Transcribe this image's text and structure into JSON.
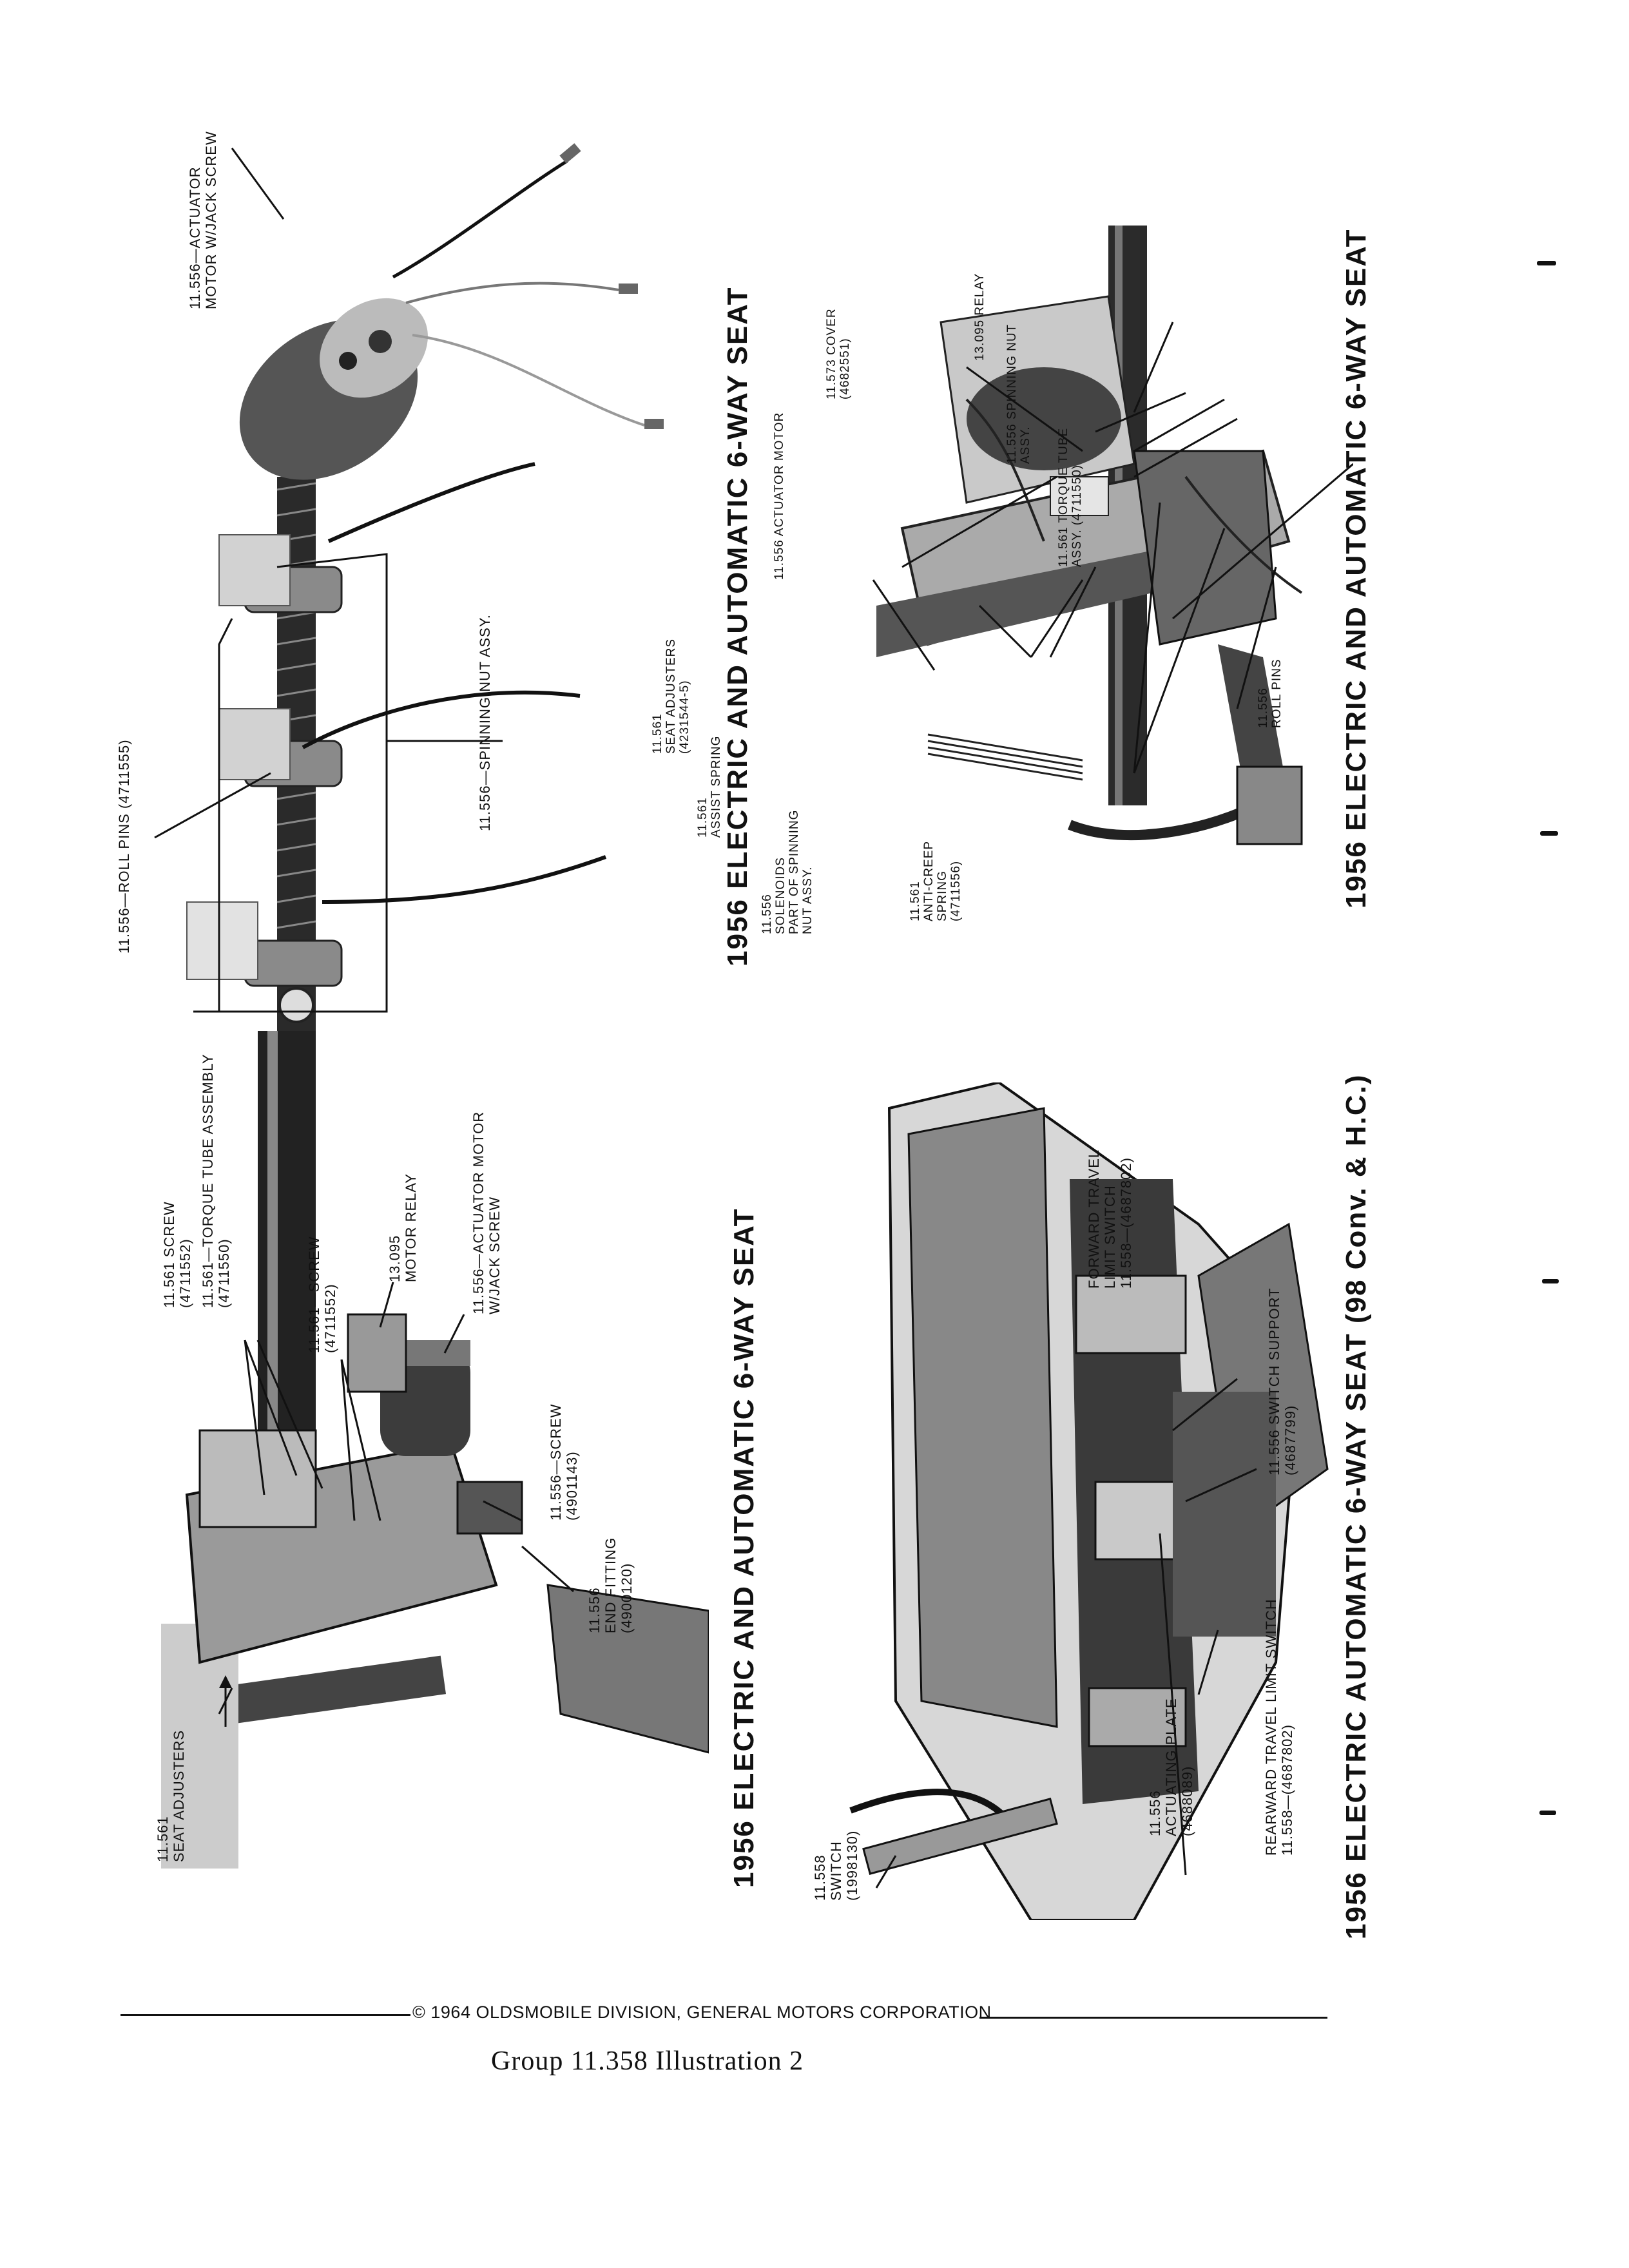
{
  "panels": {
    "top_left": {
      "caption": "1956 ELECTRIC AND AUTOMATIC 6-WAY SEAT",
      "labels": {
        "actuator_motor": "11.556—ACTUATOR\nMOTOR W/JACK SCREW",
        "roll_pins": "11.556—ROLL PINS (4711555)",
        "spinning_nut": "11.556—SPINNING NUT ASSY."
      }
    },
    "top_right": {
      "caption": "1956 ELECTRIC AND AUTOMATIC 6-WAY SEAT",
      "labels": {
        "cover": "11.573 COVER\n(4682551)",
        "relay": "13.095 RELAY",
        "spinning_nut": "11.556 SPINNING NUT\nASSY.",
        "torque_tube": "11.561 TORQUE TUBE\nASSY. (4711550)",
        "actuator_motor": "11.556 ACTUATOR MOTOR",
        "seat_adjusters": "11.561\nSEAT ADJUSTERS\n(4231544-5)",
        "assist_spring": "11.561\nASSIST SPRING",
        "solenoids": "11.556\nSOLENOIDS\nPART OF SPINNING\nNUT ASSY.",
        "anti_creep": "11.561\nANTI-CREEP\nSPRING\n(4711556)",
        "roll_pins": "11.556\nROLL PINS"
      }
    },
    "bottom_left": {
      "caption": "1956 ELECTRIC AND AUTOMATIC 6-WAY SEAT",
      "labels": {
        "screw_1": "11.561 SCREW\n(4711552)",
        "torque_tube": "11.561—TORQUE TUBE ASSEMBLY\n(4711550)",
        "screw_2": "11.561—SCREW\n(4711552)",
        "motor_relay": "13.095\nMOTOR RELAY",
        "actuator_motor": "11.556—ACTUATOR MOTOR\nW/JACK SCREW",
        "screw_3": "11.556—SCREW\n(4901143)",
        "end_fitting": "11.556\nEND FITTING\n(4900120)",
        "seat_adjusters": "11.561\nSEAT ADJUSTERS"
      }
    },
    "bottom_right": {
      "caption": "1956 ELECTRIC AUTOMATIC 6-WAY SEAT (98 Conv. & H.C.)",
      "labels": {
        "forward_switch": "FORWARD TRAVEL\nLIMIT SWITCH\n11.558—(4687802)",
        "switch_support": "11.556 SWITCH SUPPORT\n(4687799)",
        "rearward_switch": "REARWARD TRAVEL LIMIT SWITCH\n11.558—(4687802)",
        "actuating_plate": "11.556\nACTUATING PLATE\n(4688089)",
        "switch": "11.558\nSWITCH\n(1998130)"
      }
    }
  },
  "footer": {
    "copyright": "© 1964 OLDSMOBILE DIVISION, GENERAL MOTORS CORPORATION",
    "group_line": "Group 11.358   Illustration  2"
  }
}
